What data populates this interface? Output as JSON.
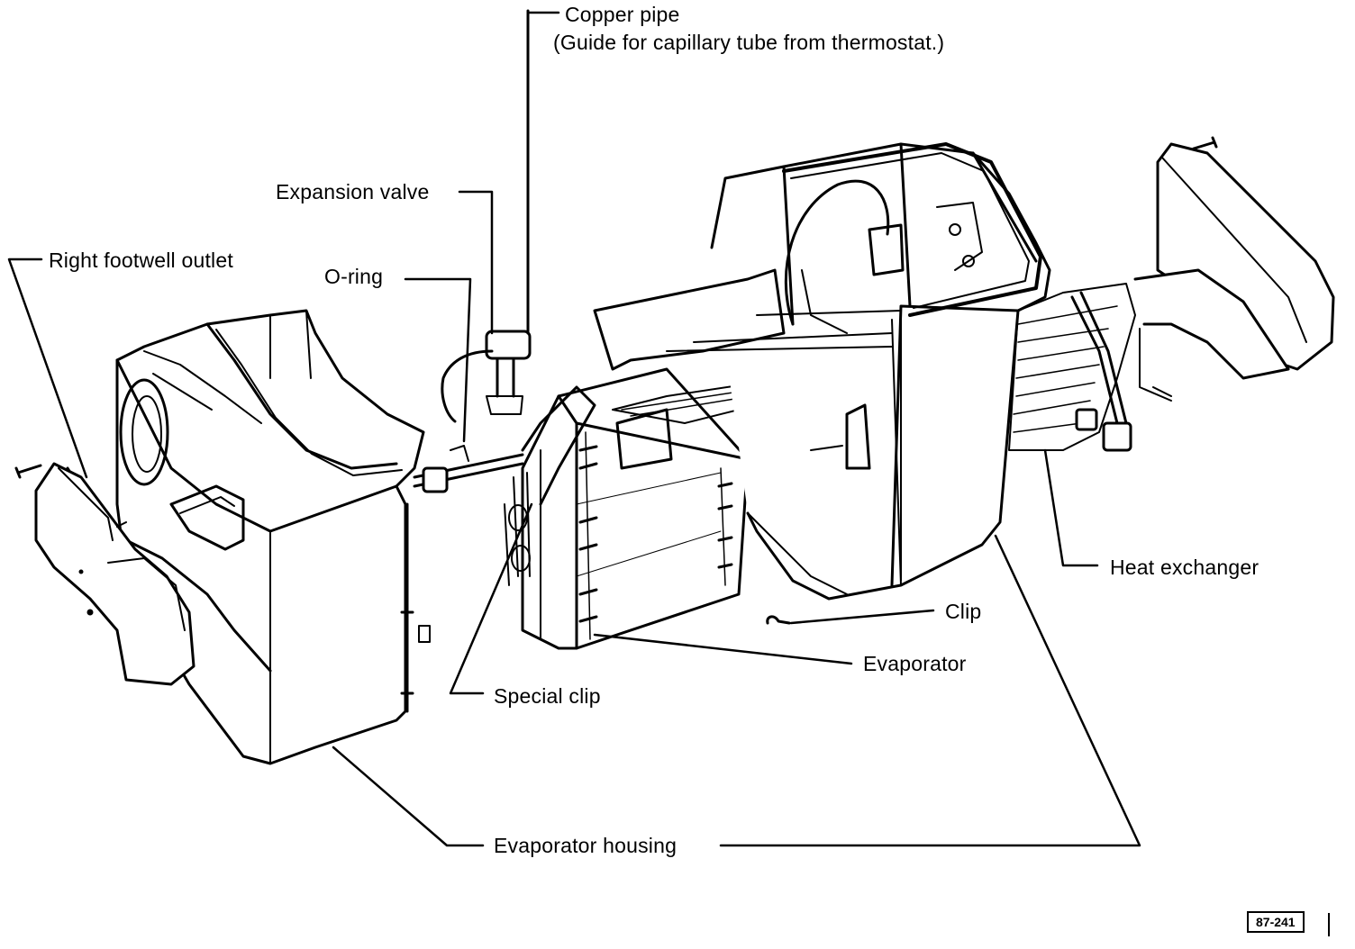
{
  "labels": {
    "copper_pipe": "Copper   pipe",
    "copper_pipe_note": "(Guide for capillary tube from thermostat.)",
    "expansion_valve": "Expansion valve",
    "right_footwell_outlet": "Right footwell outlet",
    "o_ring": "O-ring",
    "heat_exchanger": "Heat exchanger",
    "clip": "Clip",
    "evaporator": "Evaporator",
    "special_clip": "Special clip",
    "evaporator_housing": "Evaporator housing"
  },
  "figure_code": "87-241"
}
